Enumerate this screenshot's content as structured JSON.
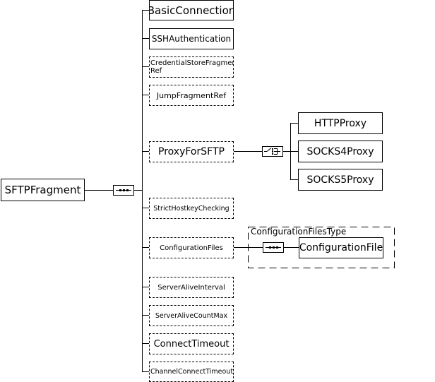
{
  "diagram": {
    "root": {
      "label": "SFTPFragment",
      "style": "solid"
    },
    "root_compositor": {
      "icon": "sequence-compositor-icon",
      "kind": "sequence"
    },
    "children": [
      {
        "label": "BasicConnection",
        "style": "solid",
        "optional": false
      },
      {
        "label": "SSHAuthentication",
        "style": "solid",
        "optional": false
      },
      {
        "label_line1": "CredentialStoreFragmen",
        "label_line2": "Ref",
        "style": "dashed",
        "optional": true
      },
      {
        "label": "JumpFragmentRef",
        "style": "dashed",
        "optional": true
      },
      {
        "label": "ProxyForSFTP",
        "style": "dashed",
        "optional": true
      },
      {
        "label": "StrictHostkeyChecking",
        "style": "dashed",
        "optional": true
      },
      {
        "label": "ConfigurationFiles",
        "style": "dashed",
        "optional": true
      },
      {
        "label": "ServerAliveInterval",
        "style": "dashed",
        "optional": true
      },
      {
        "label": "ServerAliveCountMax",
        "style": "dashed",
        "optional": true
      },
      {
        "label": "ConnectTimeout",
        "style": "dashed",
        "optional": true
      },
      {
        "label": "ChannelConnectTimeout",
        "style": "dashed",
        "optional": true
      }
    ],
    "proxy_choice": {
      "compositor": {
        "icon": "choice-compositor-icon",
        "kind": "choice"
      },
      "options": [
        {
          "label": "HTTPProxy",
          "style": "solid"
        },
        {
          "label": "SOCKS4Proxy",
          "style": "solid"
        },
        {
          "label": "SOCKS5Proxy",
          "style": "solid"
        }
      ]
    },
    "configuration_files_type": {
      "label": "ConfigurationFilesType",
      "compositor": {
        "icon": "sequence-compositor-icon",
        "kind": "sequence"
      },
      "child": {
        "label": "ConfigurationFile",
        "style": "solid"
      }
    }
  }
}
